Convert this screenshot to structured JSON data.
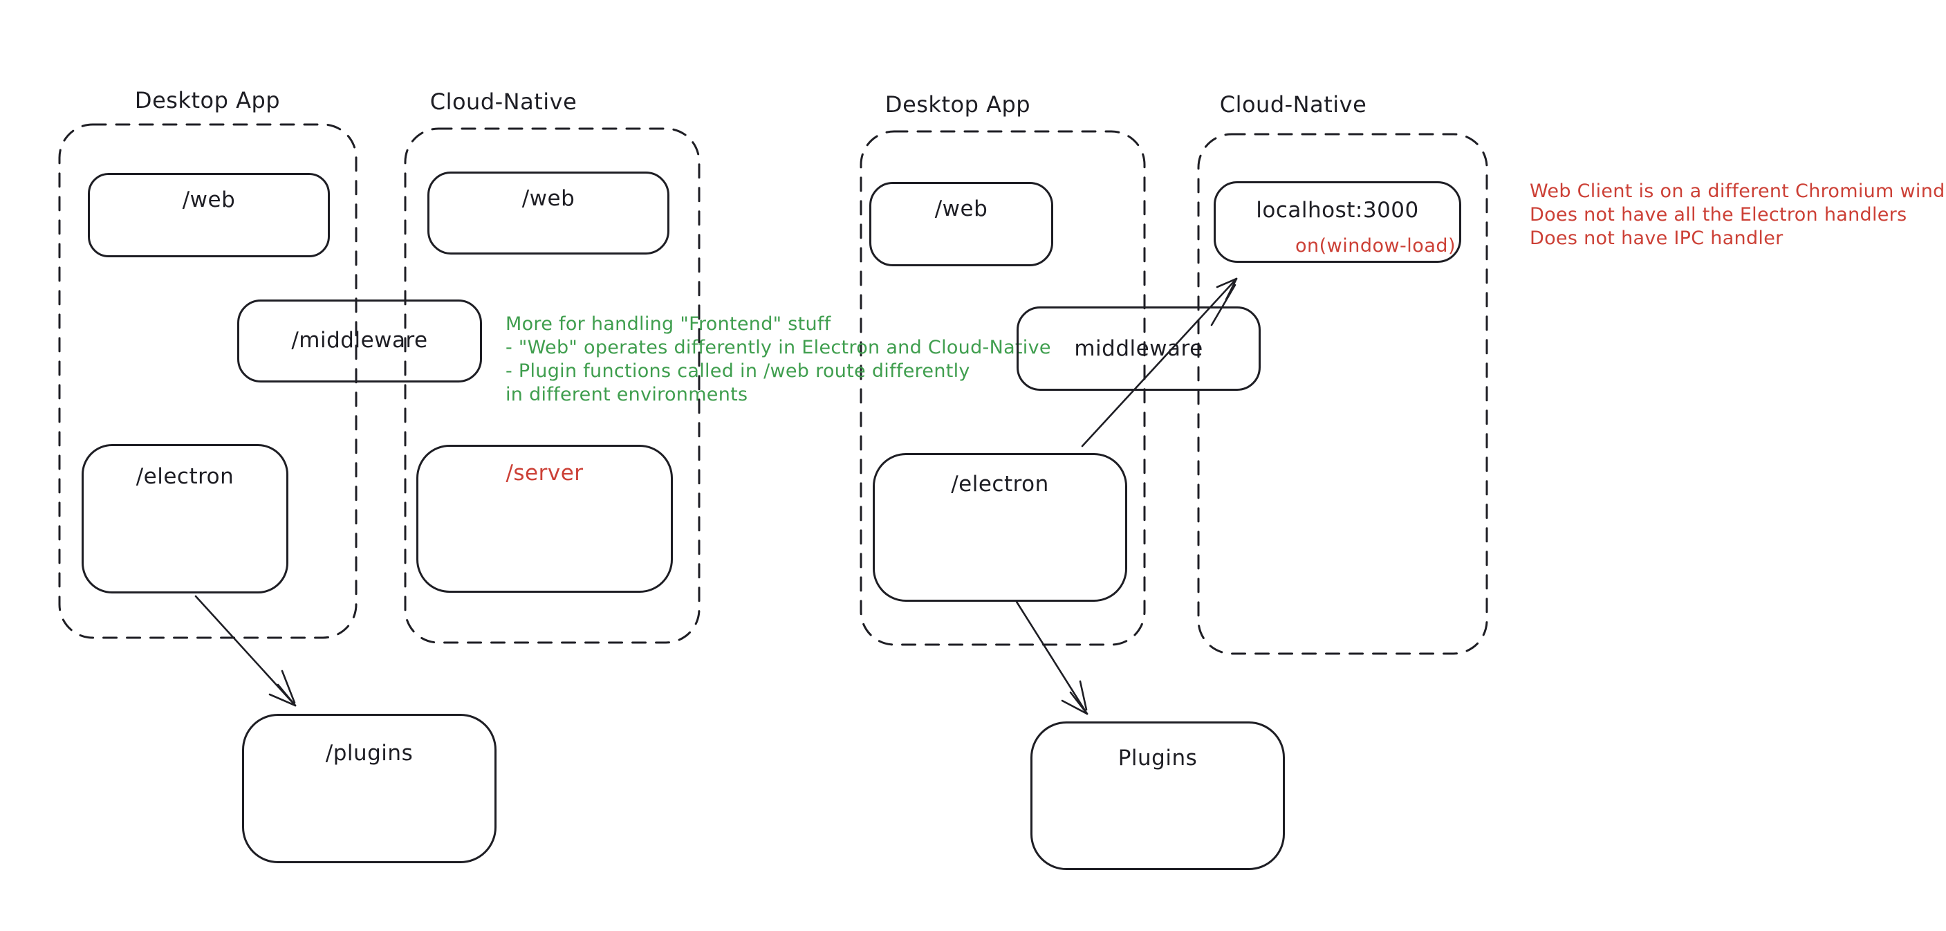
{
  "canvas": {
    "background": "#ffffff",
    "ink_color": "#1e1e24",
    "green_color": "#3f9e4e",
    "red_color": "#cc4036"
  },
  "left_diagram": {
    "desktop_container": {
      "title": "Desktop App"
    },
    "cloud_container": {
      "title": "Cloud-Native"
    },
    "boxes": {
      "web_desktop": "/web",
      "web_cloud": "/web",
      "middleware": "/middleware",
      "electron": "/electron",
      "server": "/server",
      "plugins": "/plugins"
    },
    "green_note": {
      "lines": [
        "More for handling \"Frontend\" stuff",
        "- \"Web\" operates differently in Electron and Cloud-Native",
        "- Plugin functions called in /web route differently",
        "in different environments"
      ]
    }
  },
  "right_diagram": {
    "desktop_container": {
      "title": "Desktop App"
    },
    "cloud_container": {
      "title": "Cloud-Native"
    },
    "boxes": {
      "web_desktop": "/web",
      "localhost": "localhost:3000",
      "localhost_sub": "on(window-load)",
      "middleware": "middleware",
      "electron": "/electron",
      "plugins": "Plugins"
    },
    "red_note": {
      "lines": [
        "Web Client is on a different Chromium window",
        "Does not have all the Electron handlers",
        "Does not have IPC handler"
      ]
    }
  }
}
